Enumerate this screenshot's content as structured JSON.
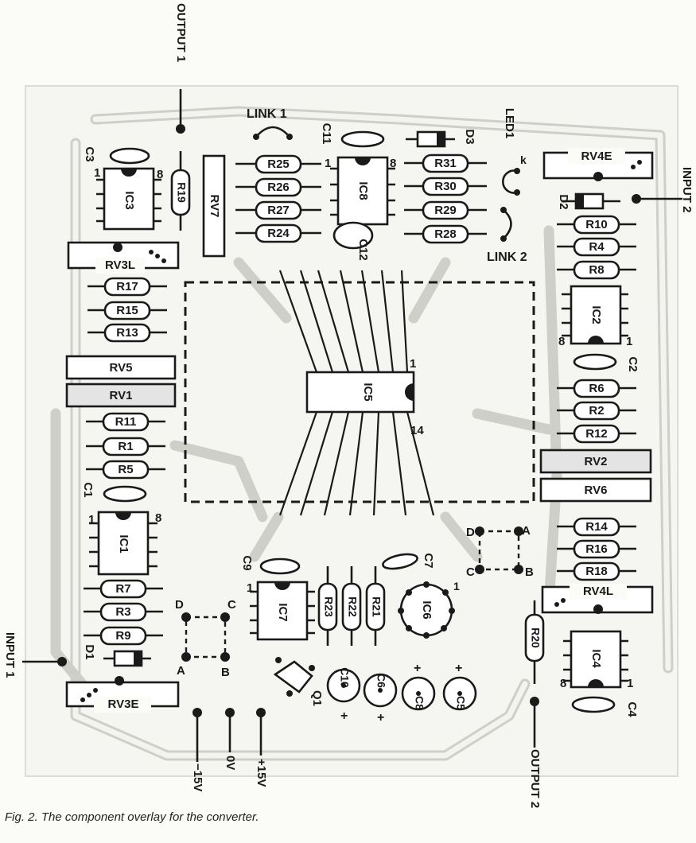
{
  "caption": "Fig. 2. The component overlay for the converter.",
  "terminals": {
    "output1": "OUTPUT 1",
    "output2": "OUTPUT 2",
    "input1": "INPUT 1",
    "input2": "INPUT 2",
    "neg15": "−15V",
    "zero": "0V",
    "pos15": "+15V"
  },
  "links": {
    "link1": "LINK 1",
    "link2": "LINK 2"
  },
  "resistors": [
    "R1",
    "R2",
    "R3",
    "R4",
    "R5",
    "R6",
    "R7",
    "R8",
    "R9",
    "R10",
    "R11",
    "R12",
    "R13",
    "R14",
    "R15",
    "R16",
    "R17",
    "R18",
    "R19",
    "R20",
    "R21",
    "R22",
    "R23",
    "R24",
    "R25",
    "R26",
    "R27",
    "R28",
    "R29",
    "R30",
    "R31"
  ],
  "presets": [
    "RV1",
    "RV2",
    "RV3L",
    "RV3E",
    "RV4L",
    "RV4E",
    "RV5",
    "RV6",
    "RV7"
  ],
  "ics": [
    "IC1",
    "IC2",
    "IC3",
    "IC4",
    "IC5",
    "IC6",
    "IC7",
    "IC8"
  ],
  "capacitors": [
    "C1",
    "C2",
    "C3",
    "C4",
    "C5",
    "C6",
    "C7",
    "C8",
    "C9",
    "C10",
    "C11",
    "C12"
  ],
  "diodes": [
    "D1",
    "D2",
    "D3"
  ],
  "led": "LED1",
  "led_k": "k",
  "transistor": "Q1",
  "pin_labels": {
    "one": "1",
    "eight": "8",
    "fourteen": "14",
    "plus": "+"
  },
  "jumper_letters": [
    "A",
    "B",
    "C",
    "D"
  ]
}
